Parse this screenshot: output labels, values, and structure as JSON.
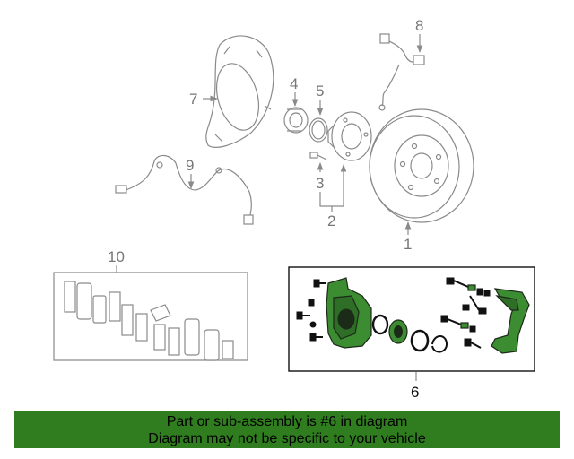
{
  "callouts": {
    "c1": "1",
    "c2": "2",
    "c3": "3",
    "c4": "4",
    "c5": "5",
    "c6": "6",
    "c7": "7",
    "c8": "8",
    "c9": "9",
    "c10": "10"
  },
  "banner": {
    "line1": "Part or sub-assembly is #6 in diagram",
    "line2": "Diagram may not be specific to your vehicle",
    "color": "#2f7d1e"
  },
  "highlight_color": "#3c8c32"
}
